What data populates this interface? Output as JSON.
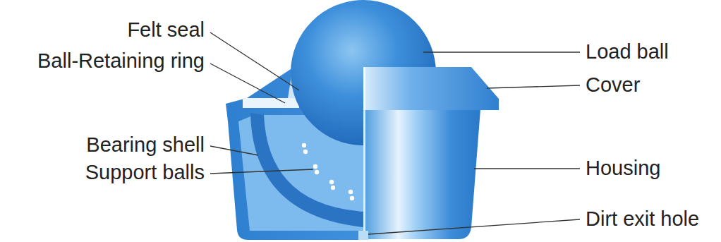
{
  "diagram": {
    "labels": [
      "Felt seal",
      "Ball-Retaining ring",
      "Bearing shell",
      "Support balls",
      "Load ball",
      "Cover",
      "Housing",
      "Dirt exit hole"
    ]
  }
}
